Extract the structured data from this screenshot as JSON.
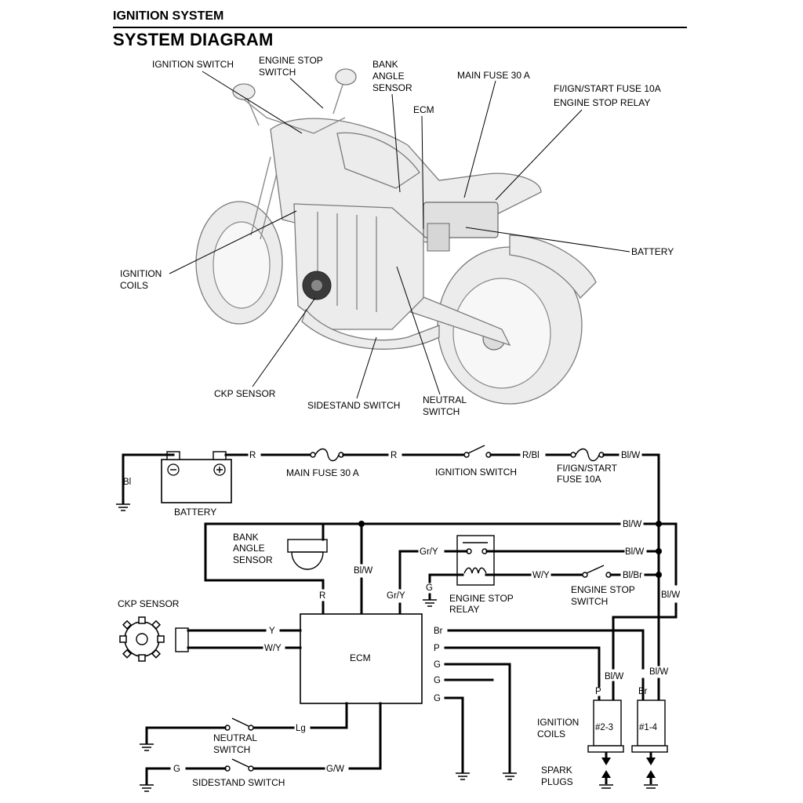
{
  "header": {
    "section_title": "IGNITION SYSTEM",
    "page_title": "SYSTEM DIAGRAM"
  },
  "illustration": {
    "labels": {
      "ignition_switch": "IGNITION SWITCH",
      "engine_stop_switch_1": "ENGINE STOP",
      "engine_stop_switch_2": "SWITCH",
      "bank_angle_1": "BANK",
      "bank_angle_2": "ANGLE",
      "bank_angle_3": "SENSOR",
      "ecm": "ECM",
      "main_fuse": "MAIN FUSE 30 A",
      "fi_fuse": "FI/IGN/START FUSE 10A",
      "engine_stop_relay": "ENGINE STOP RELAY",
      "battery": "BATTERY",
      "ignition_coils_1": "IGNITION",
      "ignition_coils_2": "COILS",
      "ckp_sensor": "CKP SENSOR",
      "sidestand_switch": "SIDESTAND SWITCH",
      "neutral_switch_1": "NEUTRAL",
      "neutral_switch_2": "SWITCH"
    }
  },
  "schematic": {
    "components": {
      "battery": "BATTERY",
      "main_fuse": "MAIN FUSE 30 A",
      "ignition_switch": "IGNITION SWITCH",
      "fi_fuse_1": "FI/IGN/START",
      "fi_fuse_2": "FUSE 10A",
      "bank_angle_1": "BANK",
      "bank_angle_2": "ANGLE",
      "bank_angle_3": "SENSOR",
      "engine_stop_relay_1": "ENGINE STOP",
      "engine_stop_relay_2": "RELAY",
      "engine_stop_switch_1": "ENGINE STOP",
      "engine_stop_switch_2": "SWITCH",
      "ckp_sensor": "CKP SENSOR",
      "ecm": "ECM",
      "neutral_switch_1": "NEUTRAL",
      "neutral_switch_2": "SWITCH",
      "sidestand_switch": "SIDESTAND SWITCH",
      "ignition_coils_1": "IGNITION",
      "ignition_coils_2": "COILS",
      "coil_a": "#2-3",
      "coil_b": "#1-4",
      "spark_plugs_1": "SPARK",
      "spark_plugs_2": "PLUGS"
    },
    "wires": {
      "bl": "Bl",
      "r_1": "R",
      "r_2": "R",
      "r_bl": "R/Bl",
      "bl_w_top": "Bl/W",
      "bl_w_bus": "Bl/W",
      "bl_w_relay": "Bl/W",
      "bl_br": "Bl/Br",
      "bl_w_right": "Bl/W",
      "gr_y_relay": "Gr/Y",
      "g_relay": "G",
      "w_y_relay": "W/Y",
      "r_bank": "R",
      "bl_w_ecm": "Bl/W",
      "gr_y_ecm": "Gr/Y",
      "y_ckp": "Y",
      "w_y_ckp": "W/Y",
      "br_out": "Br",
      "p_out": "P",
      "g_out_1": "G",
      "g_out_2": "G",
      "g_out_3": "G",
      "bl_w_coil_a": "Bl/W",
      "bl_w_coil_b": "Bl/W",
      "p_coil": "P",
      "br_coil": "Br",
      "lg": "Lg",
      "g_side": "G",
      "g_w": "G/W"
    }
  }
}
